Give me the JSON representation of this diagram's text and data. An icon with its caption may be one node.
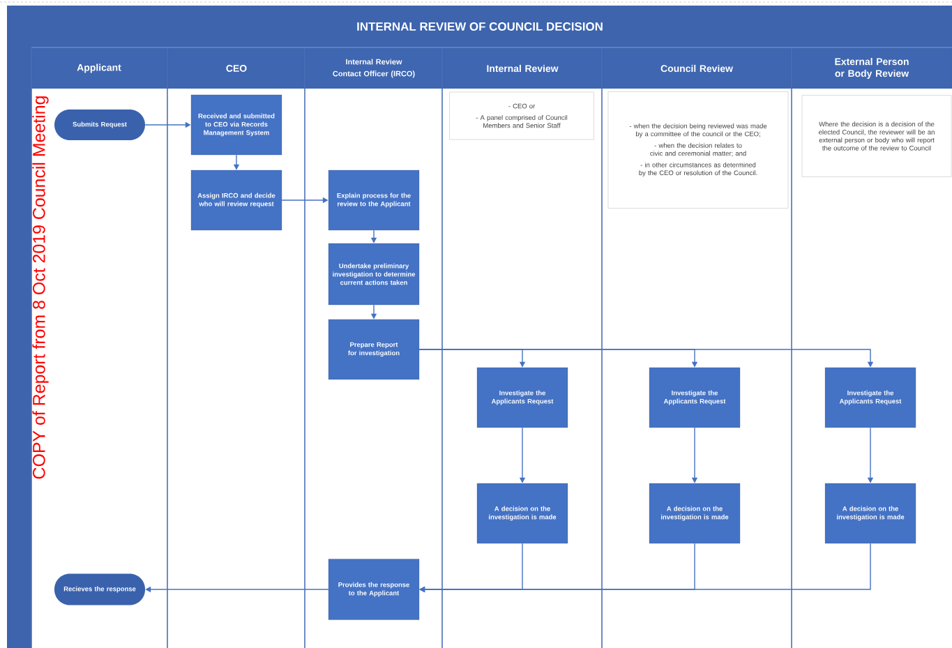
{
  "diagram": {
    "title": "INTERNAL REVIEW OF COUNCIL DECISION",
    "nodes": [
      {
        "text": [
          "Applicant"
        ]
      },
      {
        "text": [
          "CEO"
        ]
      },
      {
        "text": [
          "Internal Review Contact Officer (IRCO)"
        ]
      },
      {
        "text": [
          "Internal Review"
        ]
      },
      {
        "text": [
          "Council Review"
        ]
      },
      {
        "text": [
          "External Person or Body Review"
        ]
      },
      {
        "text": [
          "Submits Request"
        ]
      },
      {
        "text": [
          "Received and submitted to CEO via Records Management System"
        ]
      },
      {
        "text": [
          "Assign IRCO and decide who will review request"
        ]
      },
      {
        "text": [
          "Explain process for the review to the Applicant"
        ]
      },
      {
        "text": [
          "Undertake preliminary investigation to determine current actions taken"
        ]
      },
      {
        "text": [
          "Prepare Report for investigation"
        ]
      },
      {
        "text": [
          "- CEO or",
          "- A panel comprised of Council Members and Senior Staff"
        ]
      },
      {
        "text": [
          "- when the decision being reviewed was made by a committee of the council or the CEO;",
          "- when the decision relates to civic and ceremonial matter; and",
          "- in other circumstances as determined by the CEO or resolution of the Council."
        ]
      },
      {
        "text": [
          "Where the decision is a decision of the elected Council, the reviewer will be an external person or body who will report the outcome of the review to Council"
        ]
      },
      {
        "text": [
          "Investigate the Applicants Request"
        ]
      },
      {
        "text": [
          "Investigate the Applicants Request"
        ]
      },
      {
        "text": [
          "Investigate the Applicants Request"
        ]
      },
      {
        "text": [
          "A decision on the investigation is made"
        ]
      },
      {
        "text": [
          "A decision on the investigation is made"
        ]
      },
      {
        "text": [
          "A decision on the investigation is made"
        ]
      },
      {
        "text": [
          "Provides the response to the Applicant"
        ]
      },
      {
        "text": [
          "Recieves the response"
        ]
      }
    ],
    "edges": [
      {
        "from": 6,
        "to": 7,
        "arrow": "to"
      },
      {
        "from": 7,
        "to": 8,
        "arrow": "to"
      },
      {
        "from": 8,
        "to": 9,
        "arrow": "to"
      },
      {
        "from": 9,
        "to": 10,
        "arrow": "to"
      },
      {
        "from": 10,
        "to": 11,
        "arrow": "to"
      },
      {
        "from": 11,
        "to": 15,
        "arrow": "to"
      },
      {
        "from": 11,
        "to": 16,
        "arrow": "to"
      },
      {
        "from": 11,
        "to": 17,
        "arrow": "to"
      },
      {
        "from": 15,
        "to": 18,
        "arrow": "to"
      },
      {
        "from": 16,
        "to": 19,
        "arrow": "to"
      },
      {
        "from": 17,
        "to": 20,
        "arrow": "to"
      },
      {
        "from": 18,
        "to": 21,
        "arrow": "to"
      },
      {
        "from": 19,
        "to": 21,
        "arrow": "to"
      },
      {
        "from": 20,
        "to": 21,
        "arrow": "to"
      },
      {
        "from": 21,
        "to": 22,
        "arrow": "to"
      }
    ],
    "labels": [
      "COPY of Report from 8 Oct 2019 Council Meeting"
    ]
  }
}
